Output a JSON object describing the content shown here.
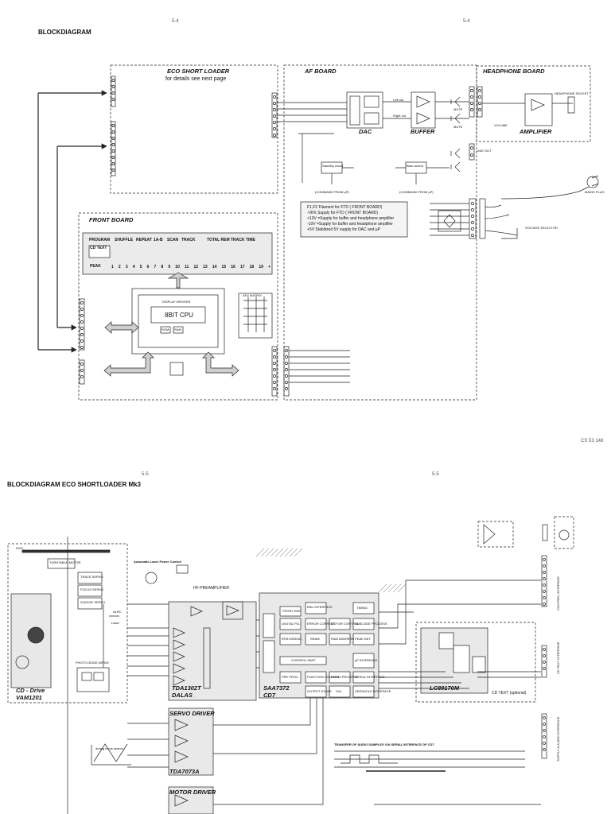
{
  "page1": {
    "page_left": "5-4",
    "page_right": "5-4",
    "title": "BLOCKDIAGRAM",
    "doc_code": "CS 53 148",
    "eco_loader": {
      "title": "ECO SHORT LOADER",
      "note": "for details see next page"
    },
    "af_board": {
      "title": "AF BOARD",
      "dac_label": "DAC",
      "buffer_label": "BUFFER",
      "left_out": "Left out",
      "right_out": "Right out",
      "mute": "MUTE",
      "line_out": "LINE OUT",
      "standby": "Standby circuit",
      "bias": "Bias control",
      "stby_cmd": "(COMMAND FROM µP)"
    },
    "headphone_board": {
      "title": "HEADPHONE BOARD",
      "amplifier": "AMPLIFIER",
      "volume": "VOLUME",
      "socket": "HEADPHONE SOCKET"
    },
    "front_board": {
      "title": "FRONT BOARD",
      "cpu": "8BIT CPU",
      "display_drivers": "DISPLAY DRIVERS",
      "key_matrix": "KEY MATRIX",
      "rom": "ROM",
      "ram": "RAM",
      "display_labels": [
        "PROGRAM",
        "SHUFFLE",
        "REPEAT",
        "1A-B",
        "SCAN",
        "TRACK",
        "TOTAL REM",
        "TRACK TIME"
      ],
      "cd_text": "CD TEXT",
      "peak": "PEAK",
      "digits": [
        "1",
        "2",
        "3",
        "4",
        "5",
        "6",
        "7",
        "8",
        "9",
        "10",
        "11",
        "12",
        "13",
        "14",
        "15",
        "16",
        "17",
        "18",
        "19",
        "+"
      ]
    },
    "power_notes": [
      "F1,F2   Filament for FTD ( FRONT BOARD)",
      "-VKK   Supply for FTD  ( FRONT BOARD)",
      "+10V   =Supply for buffer and headphone amplifier",
      "-10V   =Supply for buffer and headphone amplifier",
      "+5V    Stabilized 5V supply for DAC and µP"
    ],
    "mains": "MAINS PLUG",
    "voltage_selector": "VOLTAGE SELECTOR"
  },
  "page2": {
    "page_left": "5-5",
    "page_right": "5-5",
    "title": "BLOCKDIAGRAM ECO SHORTLOADER Mk3",
    "cd_drive": {
      "name": "CD - Drive",
      "model": "VAM1201",
      "disc": "DISC"
    },
    "hf_preamp": "HF-PREAMPLIFIER",
    "tda1302": {
      "name": "TDA1302T",
      "sub": "DALAS"
    },
    "saa7372": {
      "name": "SAA7372",
      "sub": "CD7"
    },
    "lc89170": "LC89170M",
    "cd_text_opt": "CD TEXT (optional)",
    "servo_driver": {
      "name": "SERVO DRIVER",
      "ic": "TDA7073A"
    },
    "motor_driver": "MOTOR DRIVER",
    "laser_power": "Automatic Laser Power Control",
    "control_interface": "CONTROL INTERFACE",
    "cdtext_interface": "CD TEXT INTERFACE",
    "supply_interface": "SUPPLY & AUDIO INTERFACE",
    "transfer_note": "TRANSFER OF AUDIO SAMPLES VIA SERIAL INTERFACE OF CD7",
    "focus_search": "during focus search",
    "cd7_block_labels": [
      "FRONT END",
      "EBU INTERFACE",
      "TIMING",
      "DIGITAL PLL",
      "ERROR CORRECT",
      "MOTOR CONTROL",
      "SUBCODE PROCESS",
      "EFM DEMOD.",
      "SRAM",
      "RAM ADDRESS",
      "PEAK DET.",
      "CONTROL PART",
      "µP INTERFACE",
      "PRE PROC.",
      "FUNCTION CONTROL",
      "AUDIO PROCESS",
      "SERIAL INTERFACE",
      "OUTPUT STAGE",
      "KILL",
      "VERSATILE INTERFACE"
    ],
    "loader_labels": [
      "TURNTABLE MOTOR",
      "TRACK SERVO",
      "FOCUS SERVO",
      "SLEDGE SERVO",
      "PHOTO DIODE ARRAY",
      "ALRC",
      "Laser"
    ]
  }
}
